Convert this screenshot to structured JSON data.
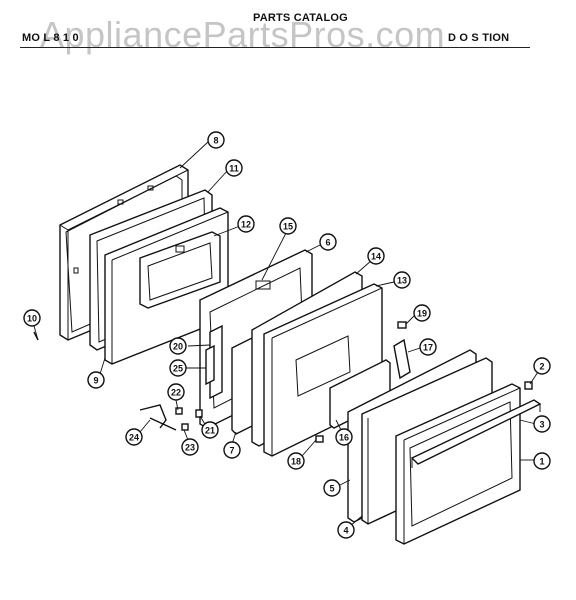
{
  "header": {
    "catalog_title": "PARTS CATALOG",
    "model_label": "MO   L   8   1 0",
    "section_label": "D O   S   TION"
  },
  "watermark": "AppliancePartsPros.com",
  "callouts": [
    {
      "id": "c8a",
      "label": "8"
    },
    {
      "id": "c11",
      "label": "11"
    },
    {
      "id": "c12",
      "label": "12"
    },
    {
      "id": "c15",
      "label": "15"
    },
    {
      "id": "c6",
      "label": "6"
    },
    {
      "id": "c14",
      "label": "14"
    },
    {
      "id": "c13",
      "label": "13"
    },
    {
      "id": "c19",
      "label": "19"
    },
    {
      "id": "c17",
      "label": "17"
    },
    {
      "id": "c2",
      "label": "2"
    },
    {
      "id": "c3",
      "label": "3"
    },
    {
      "id": "c1",
      "label": "1"
    },
    {
      "id": "c10",
      "label": "10"
    },
    {
      "id": "c9",
      "label": "9"
    },
    {
      "id": "c20",
      "label": "20"
    },
    {
      "id": "c25",
      "label": "25"
    },
    {
      "id": "c22",
      "label": "22"
    },
    {
      "id": "c21",
      "label": "21"
    },
    {
      "id": "c24",
      "label": "24"
    },
    {
      "id": "c23",
      "label": "23"
    },
    {
      "id": "c7",
      "label": "7"
    },
    {
      "id": "c16",
      "label": "16"
    },
    {
      "id": "c18",
      "label": "18"
    },
    {
      "id": "c5",
      "label": "5"
    },
    {
      "id": "c4",
      "label": "4"
    }
  ]
}
